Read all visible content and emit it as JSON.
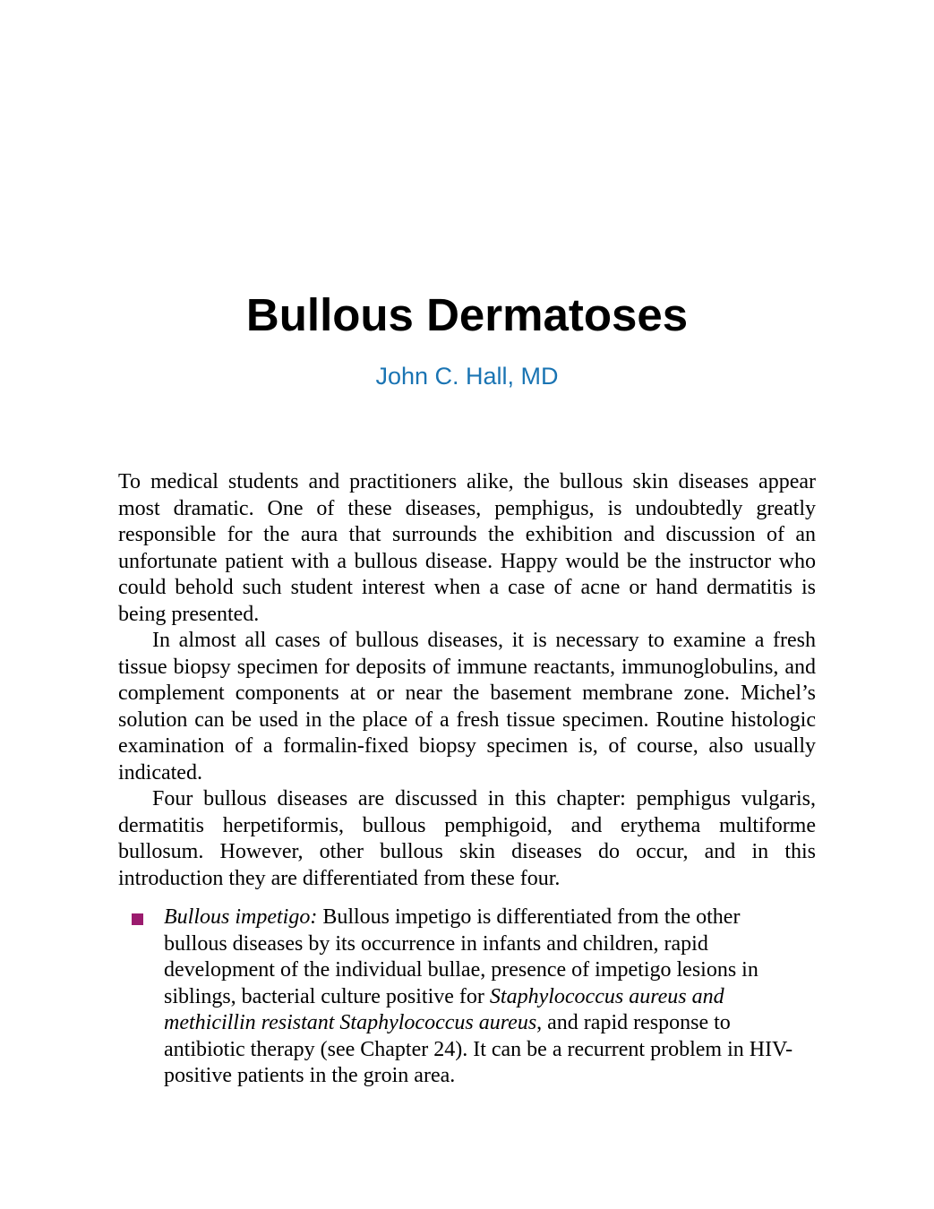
{
  "chapter": {
    "title": "Bullous Dermatoses",
    "author": "John C. Hall, MD"
  },
  "paragraphs": [
    "To medical students and practitioners alike, the bullous skin diseases appear most dramatic. One of these diseases, pemphigus, is undoubtedly greatly responsible for the aura that surrounds the exhibition and discussion of an unfortunate patient with a bullous disease. Happy would be the instructor who could behold such student interest when a case of acne or hand dermatitis is being presented.",
    "In almost all cases of bullous diseases, it is necessary to examine a fresh tissue biopsy specimen for deposits of immune reactants, immunoglobulins, and complement components at or near the basement membrane zone. Michel’s solution can be used in the place of a fresh tissue specimen. Routine histologic examination of a formalin-fixed biopsy specimen is, of course, also usually indicated.",
    "Four bullous diseases are discussed in this chapter: pemphigus vulgaris, dermatitis herpetiformis, bullous pemphigoid, and erythema multiforme bullosum. However, other bullous skin diseases do occur, and in this introduction they are differentiated from these four."
  ],
  "bullets": [
    {
      "term": "Bullous impetigo:",
      "text_1": " Bullous impetigo is differentiated from the other bullous diseases by its occurrence in infants and children, rapid development of the individual bullae, presence of impetigo lesions in siblings, bacterial culture positive for ",
      "organism": "Staphylococcus aureus and methicillin resistant Staphylococcus aureus",
      "text_2": ", and rapid response to antibiotic therapy (see Chapter 24). It can be a recurrent problem in HIV-positive patients in the groin area."
    }
  ],
  "colors": {
    "author": "#1a74b3",
    "bullet_marker": "#9b1b6e"
  },
  "icons": {
    "bullet": "square-bullet-icon"
  }
}
